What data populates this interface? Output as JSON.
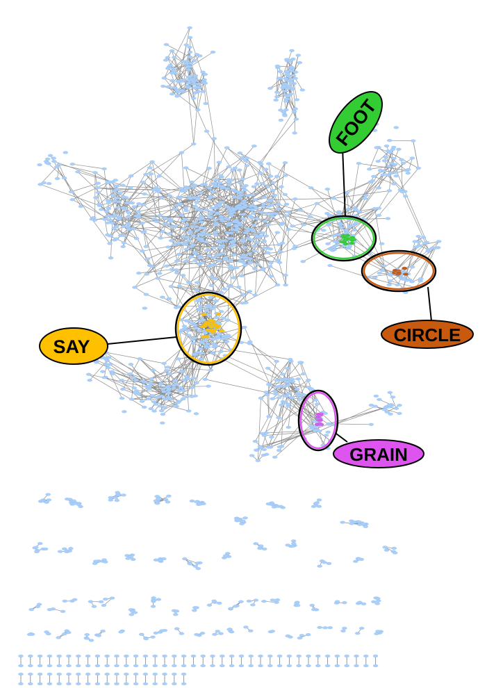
{
  "colors": {
    "node": "#a9cffa",
    "node_stroke": "#8fb8e8",
    "edge": "#8c8c8c",
    "say": "#ffc000",
    "foot": "#33cc33",
    "circle": "#c85a10",
    "grain": "#dd55ee"
  },
  "clusters": [
    {
      "id": "say",
      "label": "SAY",
      "color": "#ffc000"
    },
    {
      "id": "foot",
      "label": "FOOT",
      "color": "#33cc33"
    },
    {
      "id": "circle",
      "label": "CIRCLE",
      "color": "#c85a10"
    },
    {
      "id": "grain",
      "label": "GRAIN",
      "color": "#dd55ee"
    }
  ]
}
